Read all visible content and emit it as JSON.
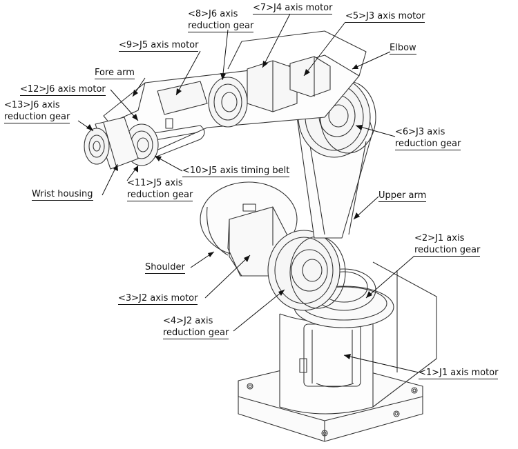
{
  "diagram": {
    "labels": {
      "j6_reduction_gear_8": [
        "<8>J6 axis",
        "reduction gear"
      ],
      "j4_motor_7": "<7>J4 axis motor",
      "j3_motor_5": "<5>J3 axis motor",
      "j5_motor_9": "<9>J5 axis motor",
      "elbow": "Elbow",
      "fore_arm": "Fore arm",
      "j6_motor_12": "<12>J6 axis motor",
      "j6_reduction_gear_13": [
        "<13>J6 axis",
        "reduction gear"
      ],
      "j3_reduction_gear_6": [
        "<6>J3 axis",
        "reduction gear"
      ],
      "j5_timing_belt_10": "<10>J5 axis timing belt",
      "j5_reduction_gear_11": [
        "<11>J5 axis",
        "reduction gear"
      ],
      "wrist_housing": "Wrist housing",
      "upper_arm": "Upper arm",
      "j1_reduction_gear_2": [
        "<2>J1 axis",
        "reduction gear"
      ],
      "shoulder": "Shoulder",
      "j2_motor_3": "<3>J2 axis motor",
      "j2_reduction_gear_4": [
        "<4>J2 axis",
        "reduction gear"
      ],
      "j1_motor_1": "<1>J1 axis motor"
    }
  }
}
